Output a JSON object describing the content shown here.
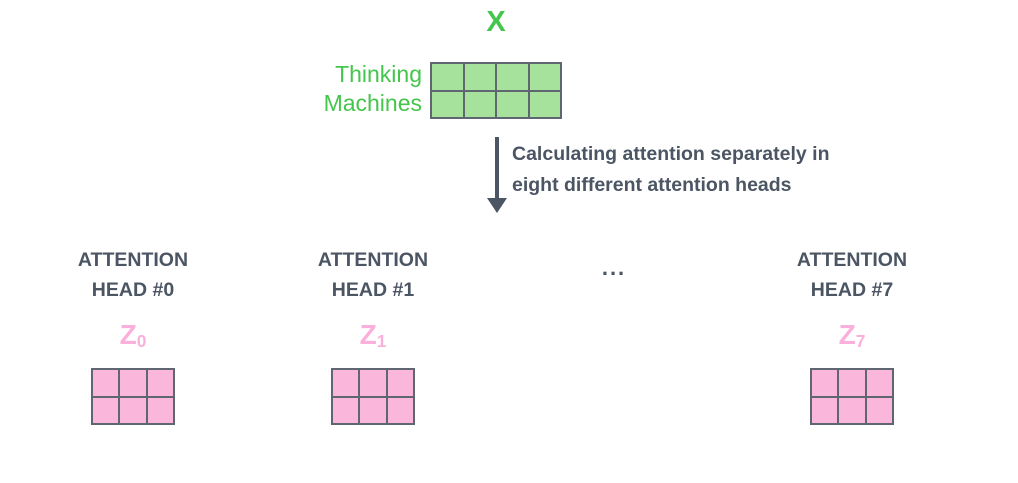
{
  "colors": {
    "green_accent": "#44c54b",
    "green_fill": "#a6e29c",
    "pink_accent": "#fab0da",
    "pink_fill": "#fbb6dc",
    "line": "#5f6672",
    "slate_text": "#4b5563",
    "background": "#ffffff"
  },
  "input": {
    "label": "X",
    "row_caption": "Thinking\nMachines",
    "matrix": {
      "rows": 2,
      "cols": 4,
      "fill": "green"
    }
  },
  "arrow": {
    "caption": "Calculating attention separately in\neight different attention heads"
  },
  "ellipsis": "...",
  "heads": [
    {
      "label": "ATTENTION\nHEAD #0",
      "z_main": "Z",
      "z_sub": "0",
      "matrix": {
        "rows": 2,
        "cols": 3,
        "fill": "pink"
      }
    },
    {
      "label": "ATTENTION\nHEAD #1",
      "z_main": "Z",
      "z_sub": "1",
      "matrix": {
        "rows": 2,
        "cols": 3,
        "fill": "pink"
      }
    },
    {
      "label": "ATTENTION\nHEAD #7",
      "z_main": "Z",
      "z_sub": "7",
      "matrix": {
        "rows": 2,
        "cols": 3,
        "fill": "pink"
      }
    }
  ]
}
